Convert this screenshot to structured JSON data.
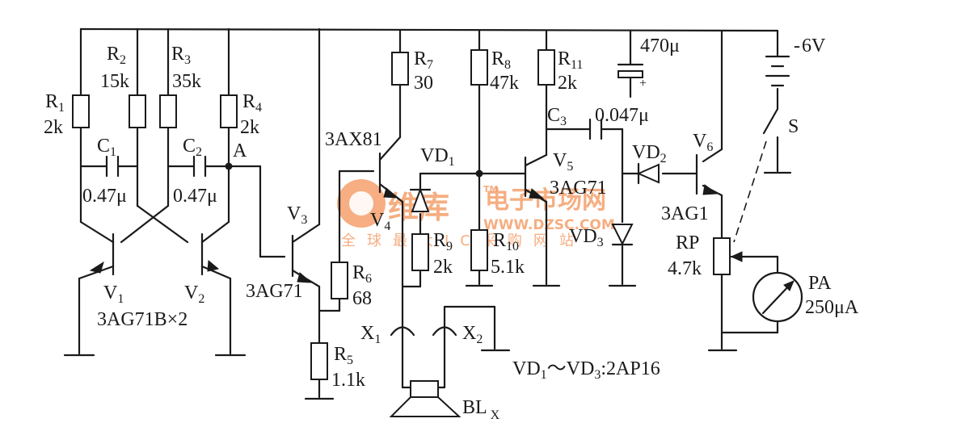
{
  "labels": {
    "r1": "R",
    "r1_sub": "1",
    "r1_val": "2k",
    "r2": "R",
    "r2_sub": "2",
    "r2_val": "15k",
    "r3": "R",
    "r3_sub": "3",
    "r3_val": "35k",
    "r4": "R",
    "r4_sub": "4",
    "r4_val": "2k",
    "r5": "R",
    "r5_sub": "5",
    "r5_val": "1.1k",
    "r6": "R",
    "r6_sub": "6",
    "r6_val": "68",
    "r7": "R",
    "r7_sub": "7",
    "r7_val": "30",
    "r8": "R",
    "r8_sub": "8",
    "r8_val": "47k",
    "r9": "R",
    "r9_sub": "9",
    "r9_val": "2k",
    "r10": "R",
    "r10_sub": "10",
    "r10_val": "5.1k",
    "r11": "R",
    "r11_sub": "11",
    "r11_val": "2k",
    "c1": "C",
    "c1_sub": "1",
    "c1_val": "0.47μ",
    "c2": "C",
    "c2_sub": "2",
    "c2_val": "0.47μ",
    "c3": "C",
    "c3_sub": "3",
    "c3_val": "0.047μ",
    "cbig_val": "470μ",
    "cbig_plus": "+",
    "node_a": "A",
    "v1": "V",
    "v1_sub": "1",
    "v2": "V",
    "v2_sub": "2",
    "v12_type": "3AG71B×2",
    "v3": "V",
    "v3_sub": "3",
    "v3_type": "3AG71",
    "v4": "V",
    "v4_sub": "4",
    "v4_type": "3AX81",
    "v5": "V",
    "v5_sub": "5",
    "v5_type": "3AG71",
    "v6": "V",
    "v6_sub": "6",
    "v6_type": "3AG1",
    "vd1": "VD",
    "vd1_sub": "1",
    "vd2": "VD",
    "vd2_sub": "2",
    "vd3": "VD",
    "vd3_sub": "3",
    "rp": "RP",
    "rp_val": "4.7k",
    "pa": "PA",
    "pa_val": "250μA",
    "battery": "6V",
    "battery_minus": "-",
    "switch": "S",
    "x1": "X",
    "x1_sub": "1",
    "x2": "X",
    "x2_sub": "2",
    "speaker": "BL",
    "speaker_sub": "X",
    "diode_note_a": "VD",
    "diode_note_a_sub": "1",
    "diode_note_b": "～VD",
    "diode_note_b_sub": "3",
    "diode_note_c": ":2AP16"
  },
  "watermark": {
    "brand": "维库",
    "tm": "TM",
    "name": "电子市场网",
    "url": "WWW.DZSC.COM",
    "slogan": "全球最大IC采购网站"
  },
  "colors": {
    "ink": "#1a1a1a",
    "watermark": "#f4a06c"
  }
}
